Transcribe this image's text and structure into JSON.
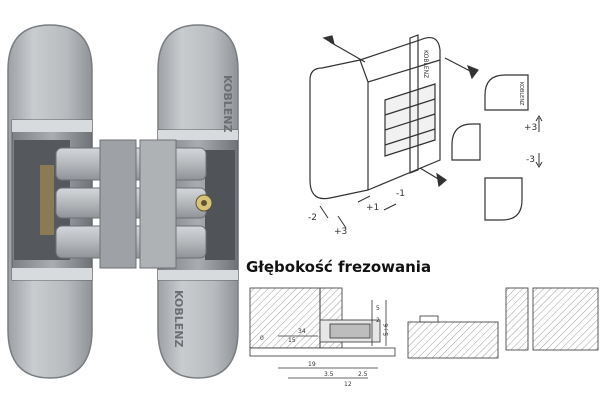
{
  "brand_engraving": "KOBLENZ",
  "section_title": "Głębokość frezowania",
  "adjustments": {
    "vertical_up": "+3",
    "vertical_down": "-3",
    "lateral_plus": "+1",
    "lateral_minus": "-1",
    "depth_minus": "-2",
    "depth_plus": "+3"
  },
  "dimensions": {
    "d1": "34",
    "d2": "19",
    "d3": "15",
    "d4": "3.5",
    "d5": "12",
    "d6": "2.5",
    "d7": "5",
    "d8": "2",
    "d9": "0",
    "d10": "5÷6"
  },
  "colors": {
    "hinge_silver": "#b7babd",
    "hinge_dark": "#8e9296",
    "line_art": "#333333"
  }
}
